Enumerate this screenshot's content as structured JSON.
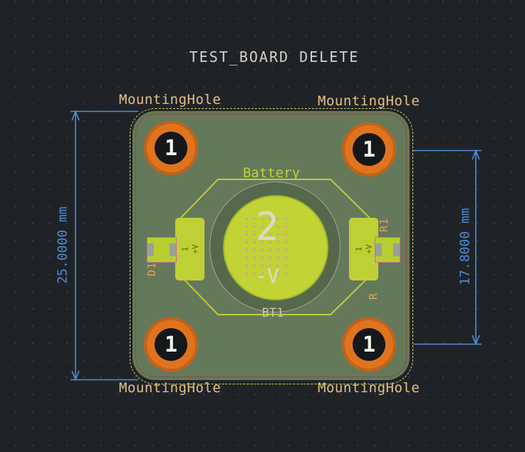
{
  "title": "TEST_BOARD DELETE",
  "footprints": {
    "mounting_holes": [
      {
        "label": "MountingHole",
        "pad": "1"
      },
      {
        "label": "MountingHole",
        "pad": "1"
      },
      {
        "label": "MountingHole",
        "pad": "1"
      },
      {
        "label": "MountingHole",
        "pad": "1"
      }
    ],
    "battery": {
      "ref": "BT1",
      "value": "Battery",
      "pad": "2",
      "net": "-V"
    },
    "contacts": [
      {
        "pad": "1",
        "net": "+V"
      },
      {
        "pad": "1",
        "net": "+V"
      }
    ],
    "diode_ref": "D1",
    "resistor_ref": "R1",
    "resistor_fab_ref": "R"
  },
  "dimensions": {
    "left": "25.0000 mm",
    "right": "17.8000 mm"
  },
  "colors": {
    "background": "#1f2327",
    "board_green": "#64795a",
    "pad_orange": "#e0741e",
    "silk_yellow": "#c2d138",
    "ref_tan": "#e5c089",
    "dimension_blue": "#4d8ed8"
  }
}
